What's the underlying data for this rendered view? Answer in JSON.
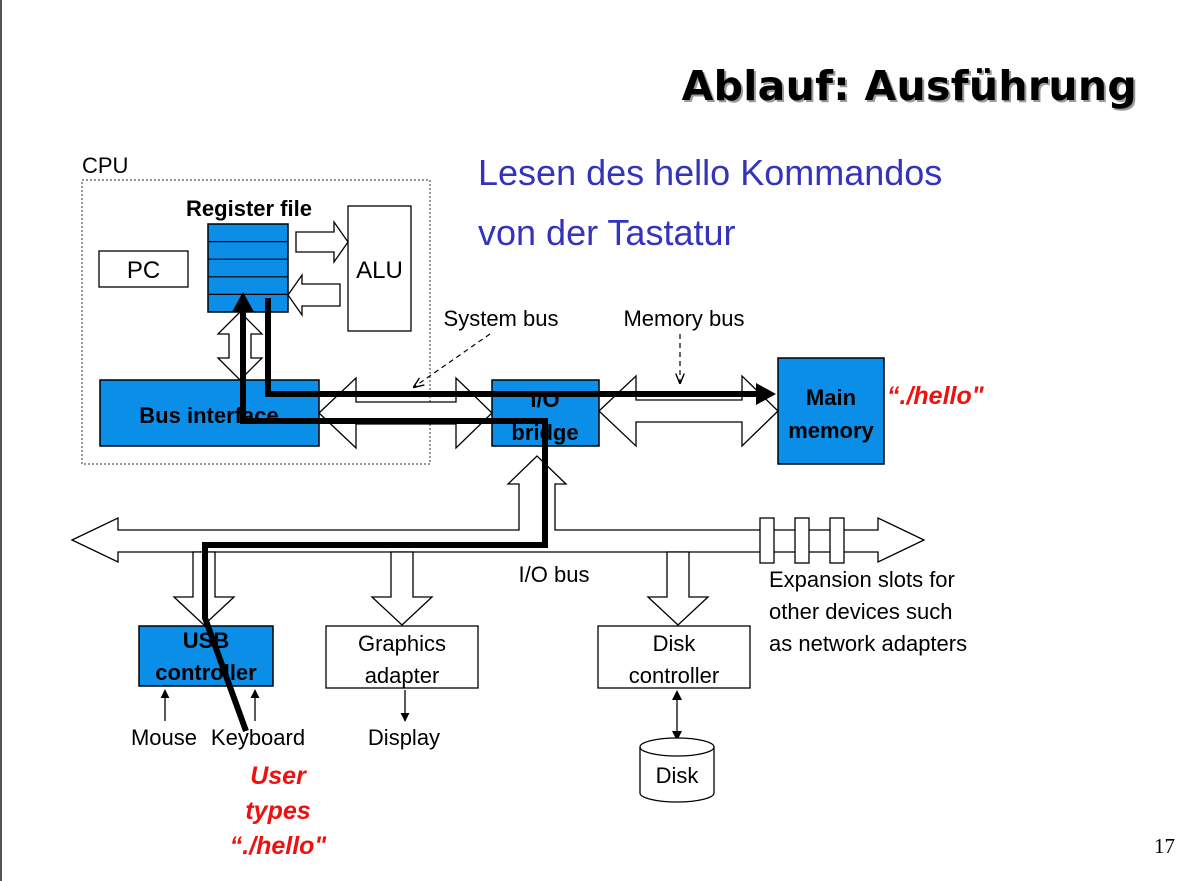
{
  "slide": {
    "title": "Ablauf: Ausführung",
    "subtitle_line1": "Lesen des hello Kommandos",
    "subtitle_line2": "von der Tastatur",
    "page_number": "17"
  },
  "diagram": {
    "cpu_label": "CPU",
    "register_file": "Register file",
    "pc": "PC",
    "alu": "ALU",
    "bus_interface": "Bus interface",
    "system_bus": "System bus",
    "memory_bus": "Memory bus",
    "io_bridge_line1": "I/O",
    "io_bridge_line2": "bridge",
    "main_memory_line1": "Main",
    "main_memory_line2": "memory",
    "memory_content": "“./hello\"",
    "io_bus": "I/O bus",
    "expansion_line1": "Expansion slots for",
    "expansion_line2": "other devices such",
    "expansion_line3": "as network adapters",
    "usb_line1": "USB",
    "usb_line2": "controller",
    "graphics_line1": "Graphics",
    "graphics_line2": "adapter",
    "disk_ctrl_line1": "Disk",
    "disk_ctrl_line2": "controller",
    "mouse": "Mouse",
    "keyboard": "Keyboard",
    "display": "Display",
    "disk": "Disk",
    "user_line1": "User",
    "user_line2": "types",
    "user_line3": "“./hello\""
  },
  "colors": {
    "component_blue": "#0a8ee8",
    "subtitle_blue": "#3333bb",
    "highlight_red": "#ee1111",
    "path_black": "#000000"
  }
}
